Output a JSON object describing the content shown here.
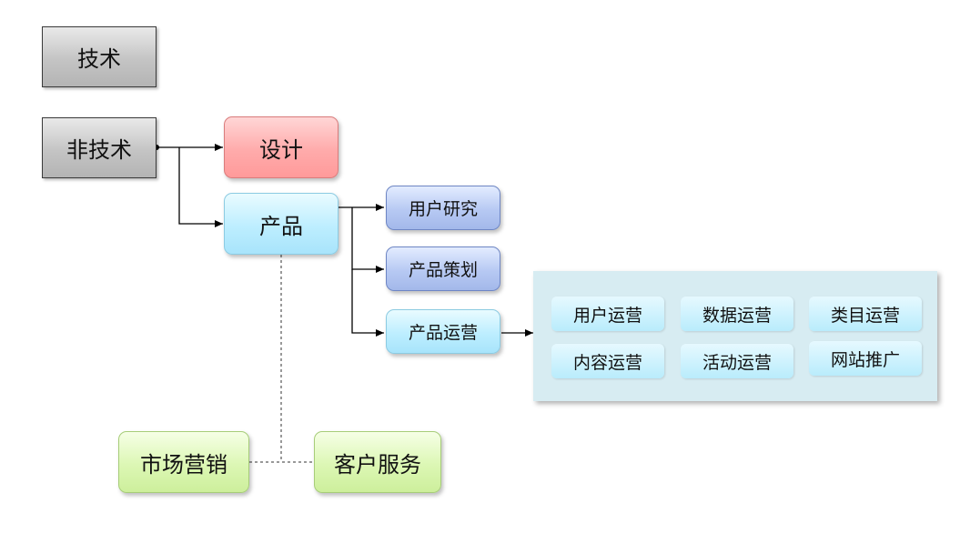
{
  "nodes": {
    "tech": "技术",
    "nontech": "非技术",
    "design": "设计",
    "product": "产品",
    "user_research": "用户研究",
    "product_planning": "产品策划",
    "product_ops": "产品运营",
    "marketing": "市场营销",
    "customer_service": "客户服务"
  },
  "ops_panel": {
    "items": [
      "用户运营",
      "数据运营",
      "类目运营",
      "内容运营",
      "活动运营",
      "网站推广"
    ]
  }
}
